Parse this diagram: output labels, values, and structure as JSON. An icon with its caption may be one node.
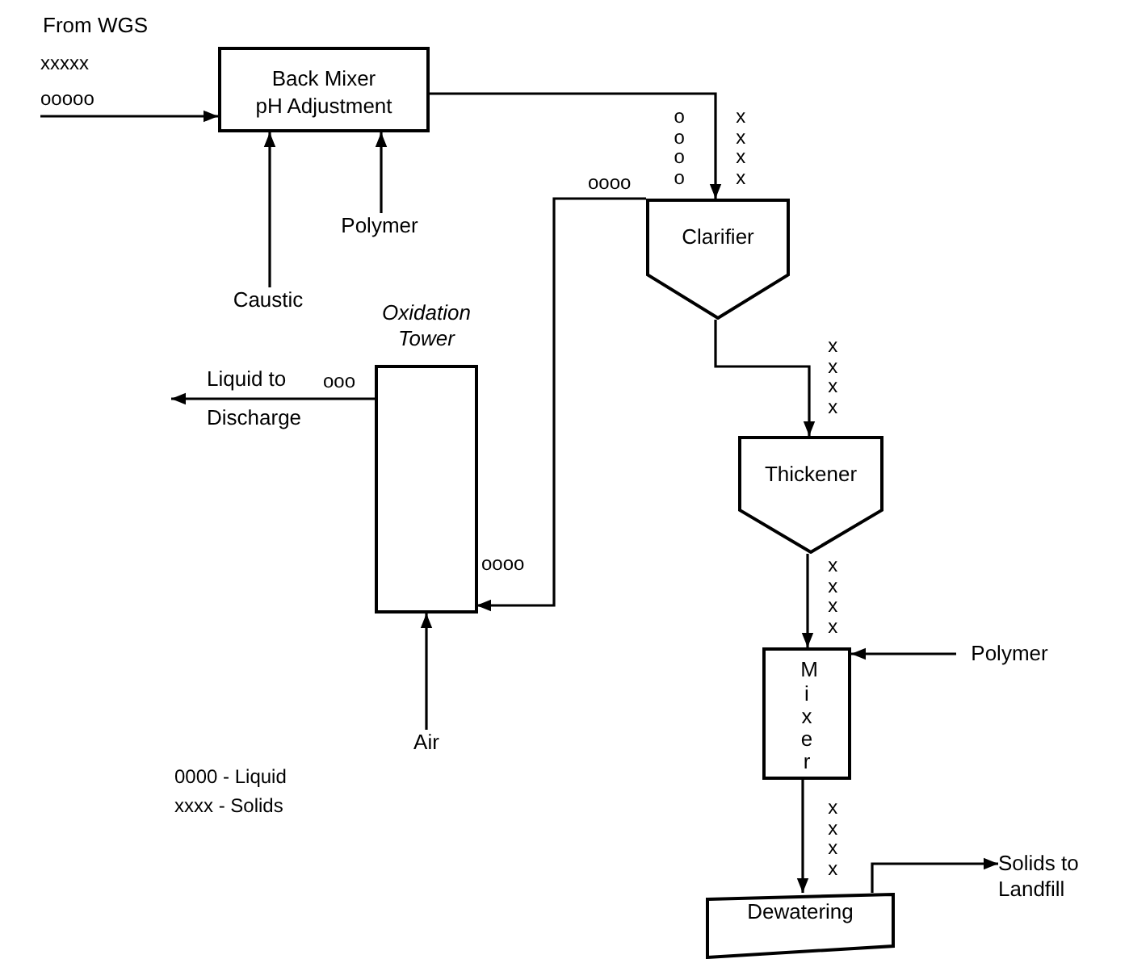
{
  "diagram": {
    "nodes": [
      {
        "text": [
          "From WGS"
        ]
      },
      {
        "text": [
          "Back Mixer",
          "pH Adjustment"
        ]
      },
      {
        "text": [
          "Caustic"
        ]
      },
      {
        "text": [
          "Polymer"
        ]
      },
      {
        "text": [
          "Clarifier"
        ]
      },
      {
        "text": [
          "Oxidation Tower"
        ]
      },
      {
        "text": [
          "Air"
        ]
      },
      {
        "text": [
          "Thickener"
        ]
      },
      {
        "text": [
          "Mixer"
        ]
      },
      {
        "text": [
          "Polymer"
        ]
      },
      {
        "text": [
          "Dewatering"
        ]
      },
      {
        "text": [
          "Solids to Landfill"
        ]
      }
    ],
    "edges": [
      {
        "from": 0,
        "to": 1,
        "arrow": "to"
      },
      {
        "from": 1,
        "to": 4,
        "arrow": "to"
      },
      {
        "from": 2,
        "to": 1,
        "arrow": "to"
      },
      {
        "from": 3,
        "to": 1,
        "arrow": "to"
      },
      {
        "from": 4,
        "to": 5,
        "arrow": "to"
      },
      {
        "from": 5,
        "to": null,
        "arrow": "to",
        "label": "Liquid to Discharge"
      },
      {
        "from": 6,
        "to": 5,
        "arrow": "to"
      },
      {
        "from": 4,
        "to": 7,
        "arrow": "to"
      },
      {
        "from": 7,
        "to": 8,
        "arrow": "to"
      },
      {
        "from": 9,
        "to": 8,
        "arrow": "to"
      },
      {
        "from": 8,
        "to": 10,
        "arrow": "to"
      },
      {
        "from": 10,
        "to": 11,
        "arrow": "to"
      }
    ],
    "labels": [
      "xxxxx",
      "ooooo",
      "oooo",
      "xxxx",
      "oooo",
      "ooo",
      "oooo",
      "xxxx",
      "xxxx",
      "xxxx",
      "0000 - Liquid",
      "xxxx - Solids"
    ]
  }
}
